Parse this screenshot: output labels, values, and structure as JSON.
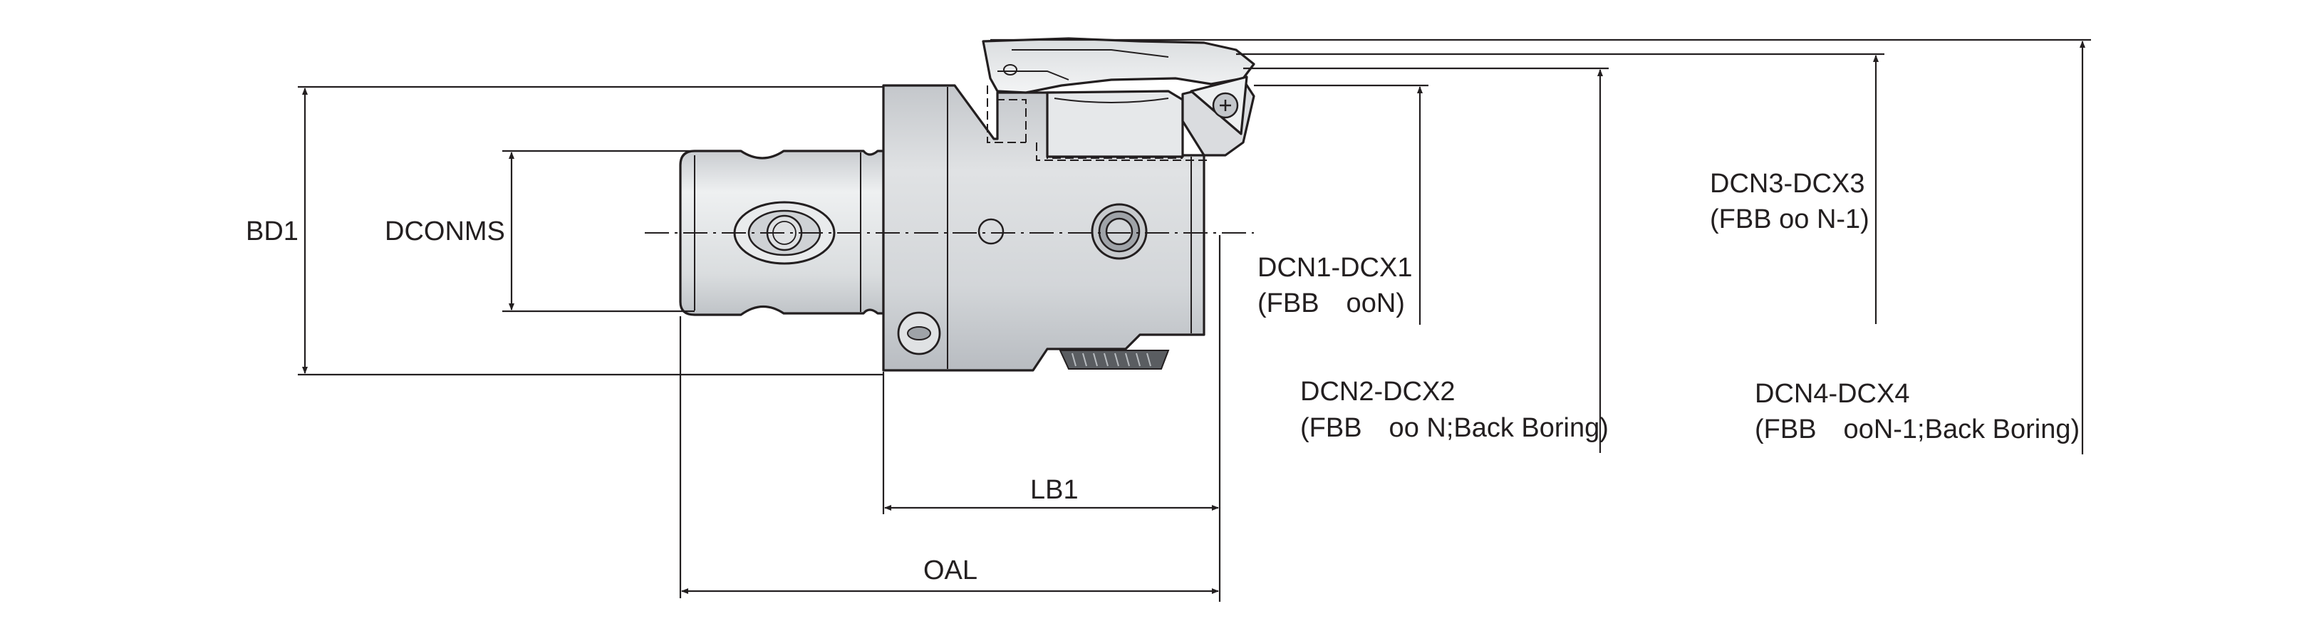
{
  "labels": {
    "bd1": "BD1",
    "dconms": "DCONMS",
    "lb1": "LB1",
    "oal": "OAL",
    "dcn1_title": "DCN1-DCX1",
    "dcn1_sub": "(FBB　ooN)",
    "dcn2_title": "DCN2-DCX2",
    "dcn2_sub": "(FBB　oo N;Back Boring)",
    "dcn3_title": "DCN3-DCX3",
    "dcn3_sub": "(FBB oo N-1)",
    "dcn4_title": "DCN4-DCX4",
    "dcn4_sub": "(FBB　ooN-1;Back Boring)"
  },
  "colors": {
    "body_fill": "#d6d8da",
    "shank_fill": "#e3e5e7",
    "line": "#231f20"
  }
}
